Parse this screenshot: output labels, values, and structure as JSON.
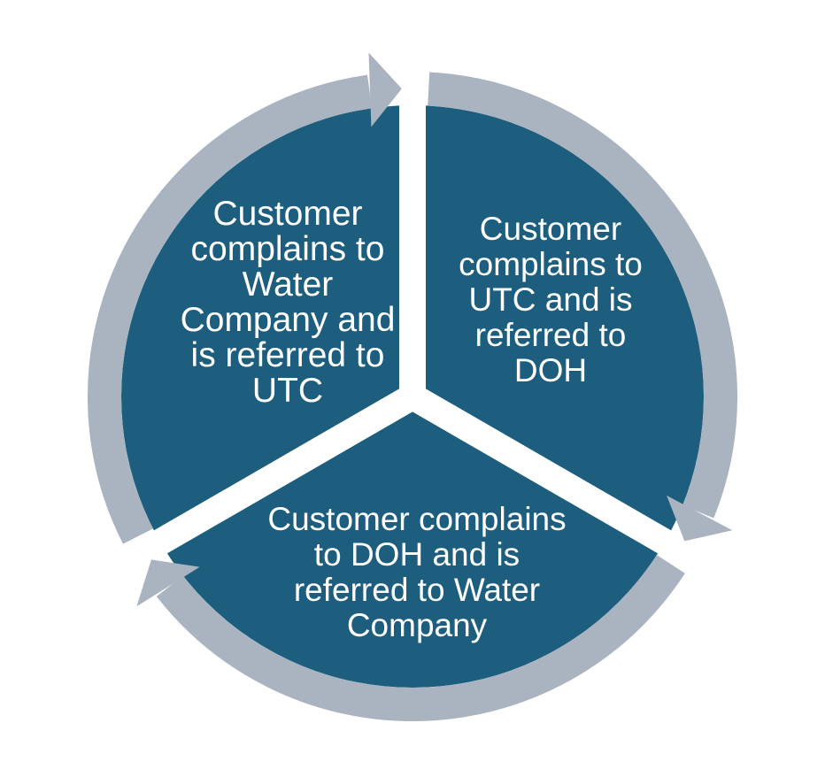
{
  "diagram": {
    "type": "cycle",
    "direction": "clockwise",
    "colors": {
      "segment_fill": "#1d5e7e",
      "ring_fill": "#a9b4c0",
      "label_text": "#ffffff",
      "background": "#ffffff"
    },
    "segments": [
      {
        "position": "upper-left",
        "label": "Customer complains to Water Company and is referred to UTC",
        "lines": [
          "Customer",
          "complains to",
          "Water",
          "Company and",
          "is referred to",
          "UTC"
        ]
      },
      {
        "position": "upper-right",
        "label": "Customer complains to UTC and is referred to DOH",
        "lines": [
          "Customer",
          "complains to",
          "UTC and is",
          "referred to",
          "DOH"
        ]
      },
      {
        "position": "bottom",
        "label": "Customer complains to DOH and is referred to Water Company",
        "lines": [
          "Customer complains",
          "to DOH and is",
          "referred to Water",
          "Company"
        ]
      }
    ]
  }
}
